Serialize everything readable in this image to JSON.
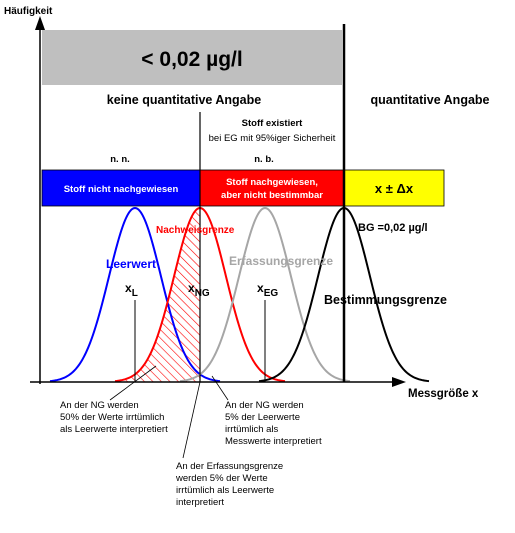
{
  "axis": {
    "y_label": "Häufigkeit",
    "x_label": "Messgröße x"
  },
  "header": {
    "limit": "< 0,02 µg/l",
    "no_quant": "keine quantitative Angabe",
    "quant": "quantitative Angabe",
    "exists_1": "Stoff existiert",
    "exists_2": "bei EG mit 95%iger Sicherheit",
    "nn": "n. n.",
    "nb": "n. b."
  },
  "bands": {
    "blue": "Stoff nicht nachgewiesen",
    "red_1": "Stoff nachgewiesen,",
    "red_2": "aber nicht bestimmbar",
    "yellow": "x ± Δx"
  },
  "curves": {
    "leerwert": "Leerwert",
    "ng": "Nachweisgrenze",
    "eg": "Erfassungsgrenze",
    "bg": "Bestimmungsgrenze",
    "bg_value": "BG =0,02 µg/l"
  },
  "markers": {
    "xl_main": "x",
    "xl_sub": "L",
    "xng_main": "x",
    "xng_sub": "NG",
    "xeg_main": "x",
    "xeg_sub": "EG"
  },
  "notes": {
    "n1": [
      "An der NG werden",
      "50% der Werte irrtümlich",
      "als Leerwerte interpretiert"
    ],
    "n2": [
      "An der NG werden",
      "5% der Leerwerte",
      "irrtümlich als",
      "Messwerte interpretiert"
    ],
    "n3": [
      "An der Erfassungsgrenze",
      "werden 5% der Werte",
      "irrtümlich als Leerwerte",
      "interpretiert"
    ]
  },
  "colors": {
    "blue": "#0000ff",
    "red": "#ff0000",
    "gray": "#a6a6a6",
    "yellow": "#ffff00",
    "header_gray": "#bfbfbf"
  }
}
